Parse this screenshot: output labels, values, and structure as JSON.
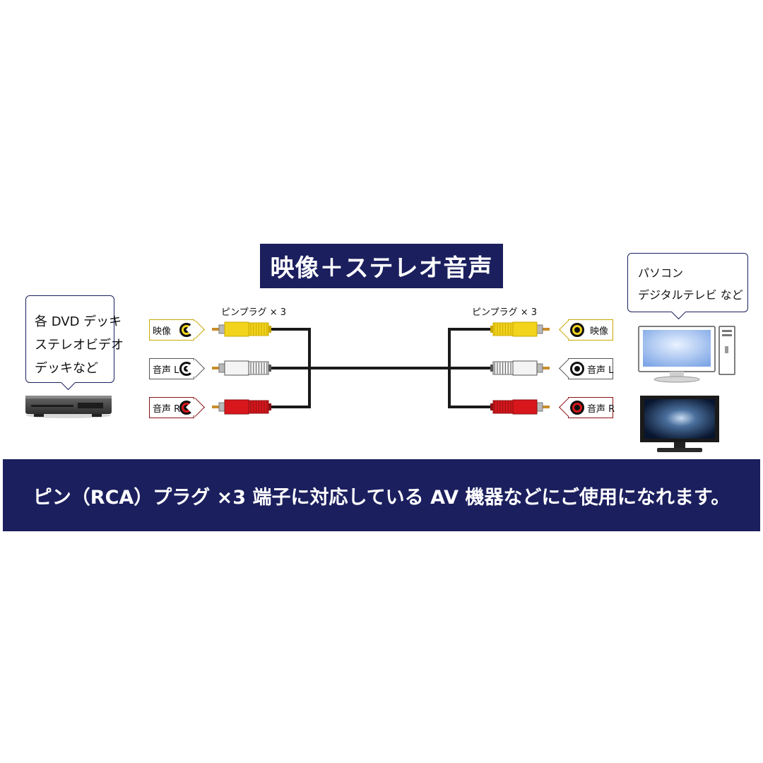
{
  "title": "映像＋ステレオ音声",
  "footer": "ピン（RCA）プラグ ×3 端子に対応している AV 機器などにご使用になれます。",
  "source_bubble": {
    "lines": [
      "各 DVD デッキ",
      "ステレオビデオ",
      "デッキなど"
    ]
  },
  "target_bubble": {
    "lines": [
      "パソコン",
      "デジタルテレビ など"
    ]
  },
  "plug_label_left": "ピンプラグ × 3",
  "plug_label_right": "ピンプラグ × 3",
  "channels": [
    {
      "label": "映像",
      "color": "#f2d41c",
      "accent": "#c9a800"
    },
    {
      "label": "音声 L",
      "color": "#f4f4f4",
      "accent": "#555555"
    },
    {
      "label": "音声 R",
      "color": "#d8171c",
      "accent": "#8a1014"
    }
  ],
  "colors": {
    "navy": "#1b1f5e",
    "cable": "#1a1a1a",
    "plug_tip": "#c98d2a"
  },
  "icons": {
    "source": "dvd-player-icon",
    "target_pc": "desktop-pc-icon",
    "target_tv": "tv-monitor-icon"
  }
}
